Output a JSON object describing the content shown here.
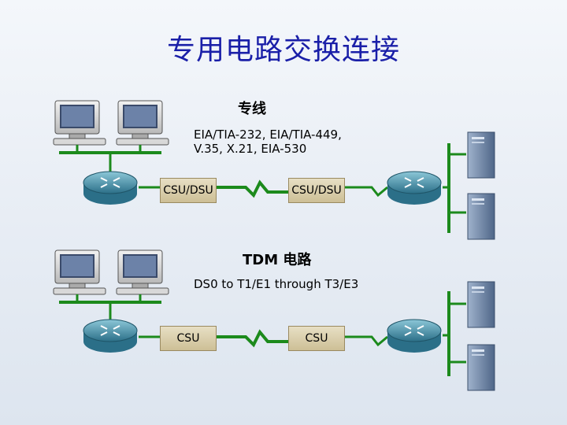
{
  "title": "专用电路交换连接",
  "leased_line": {
    "caption": "专线",
    "interfaces_line1": "EIA/TIA-232, EIA/TIA-449,",
    "interfaces_line2": "V.35, X.21, EIA-530",
    "left_device": "CSU/DSU",
    "right_device": "CSU/DSU"
  },
  "tdm_circuit": {
    "caption": "TDM 电路",
    "rates": "DS0 to T1/E1 through T3/E3",
    "left_device": "CSU",
    "right_device": "CSU"
  },
  "icons": [
    "pc-icon",
    "router-icon",
    "server-icon",
    "serial-link-icon"
  ],
  "colors": {
    "title": "#1a1fa8",
    "bus": "#1c8a1c",
    "link": "#1c8a1c",
    "router": "#3f8ea6",
    "server": "#6f86a8",
    "box": "#d8cca6"
  }
}
